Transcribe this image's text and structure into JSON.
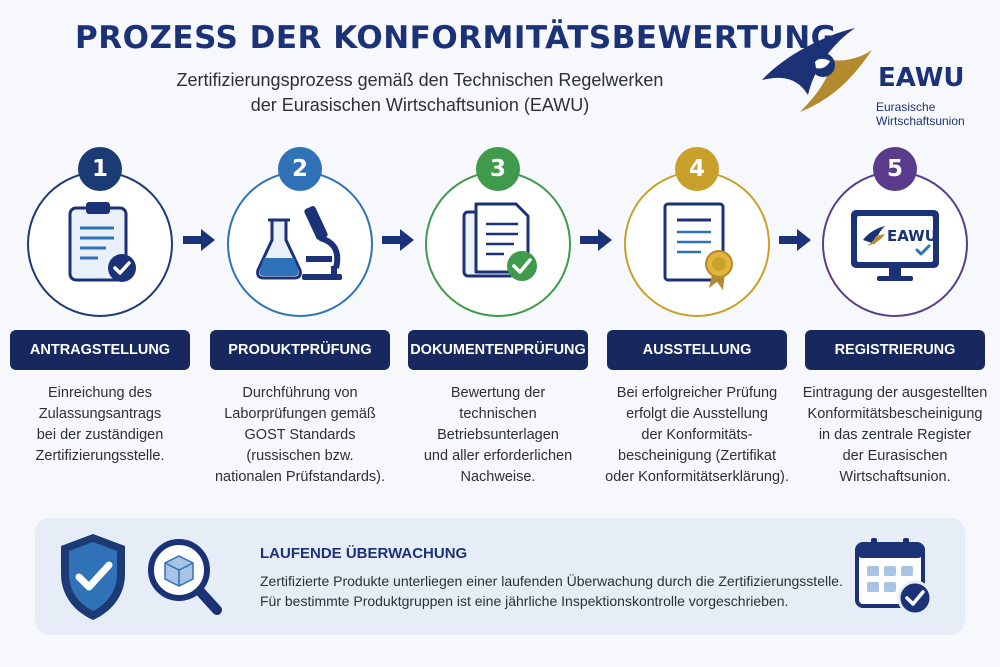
{
  "header": {
    "title": "PROZESS DER KONFORMITÄTSBEWERTUNG",
    "subtitle_line1": "Zertifizierungsprozess gemäß den Technischen Regelwerken",
    "subtitle_line2": "der Eurasischen Wirtschaftsunion (EAWU)"
  },
  "logo": {
    "abbr": "EAWU",
    "name_line1": "Eurasische",
    "name_line2": "Wirtschaftsunion"
  },
  "colors": {
    "navy": "#1c3277",
    "label_bg": "#17285e",
    "gold": "#b38a2e",
    "step_colors": [
      "#1c3a73",
      "#2f72b8",
      "#3f9a4b",
      "#c9a02a",
      "#5b3c8c"
    ]
  },
  "steps": [
    {
      "number": "1",
      "icon": "clipboard-check-icon",
      "label": "ANTRAGSTELLUNG",
      "desc": [
        "Einreichung des",
        "Zulassungsantrags",
        "bei der zuständigen",
        "Zertifizierungsstelle."
      ]
    },
    {
      "number": "2",
      "icon": "lab-flask-microscope-icon",
      "label": "PRODUKTPRÜFUNG",
      "desc": [
        "Durchführung von",
        "Laborprüfungen gemäß",
        "GOST Standards",
        "(russischen bzw.",
        "nationalen Prüfstandards)."
      ]
    },
    {
      "number": "3",
      "icon": "documents-check-icon",
      "label": "DOKUMENTENPRÜFUNG",
      "desc": [
        "Bewertung der",
        "technischen",
        "Betriebsunterlagen",
        "und aller erforderlichen",
        "Nachweise."
      ]
    },
    {
      "number": "4",
      "icon": "certificate-seal-icon",
      "label": "AUSSTELLUNG",
      "desc": [
        "Bei erfolgreicher Prüfung",
        "erfolgt die Ausstellung",
        "der Konformitäts-",
        "bescheinigung (Zertifikat",
        "oder Konformitätserklärung)."
      ]
    },
    {
      "number": "5",
      "icon": "monitor-register-icon",
      "label": "REGISTRIERUNG",
      "desc": [
        "Eintragung der ausgestellten",
        "Konformitätsbescheinigung",
        "in das zentrale Register",
        "der Eurasischen",
        "Wirtschaftsunion."
      ]
    }
  ],
  "monitor_text": "EAWU",
  "monitoring": {
    "title": "LAUFENDE ÜBERWACHUNG",
    "line1": "Zertifizierte Produkte unterliegen einer laufenden Überwachung durch die Zertifizierungsstelle.",
    "line2": "Für bestimmte Produktgruppen ist eine jährliche Inspektionskontrolle vorgeschrieben.",
    "icons": [
      "shield-check-icon",
      "magnifier-box-icon",
      "calendar-check-icon"
    ]
  }
}
